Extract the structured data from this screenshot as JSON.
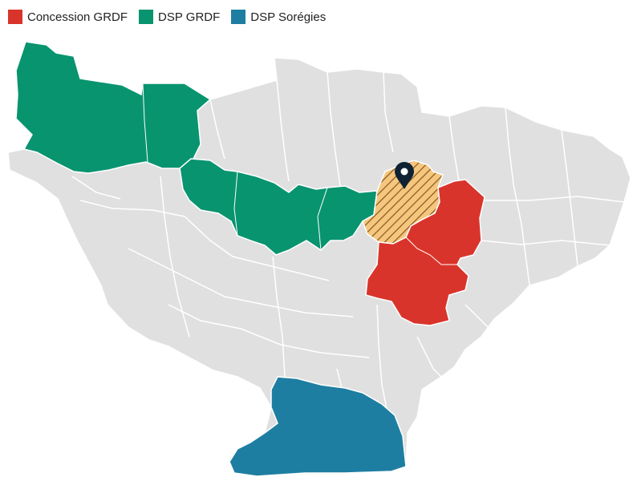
{
  "legend": {
    "items": [
      {
        "label": "Concession GRDF",
        "color": "#d9342b"
      },
      {
        "label": "DSP GRDF",
        "color": "#08946f"
      },
      {
        "label": "DSP Sorégies",
        "color": "#1e7ea1"
      }
    ]
  },
  "map": {
    "base_color": "#e0e0e0",
    "border_color": "#ffffff",
    "highlight_fill": "#f5c77e",
    "highlight_hatch": "#8a5a22",
    "marker_color": "#0f2233",
    "marker_icon": "location-pin-icon"
  }
}
